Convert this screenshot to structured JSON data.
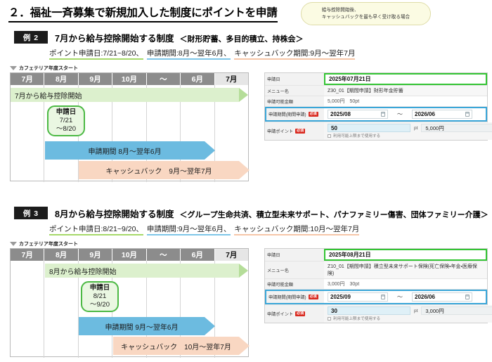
{
  "page": {
    "title": "２．福祉一斉募集で新規加入した制度にポイントを申請",
    "callout": "給与控除開始後、\nキャッシュバックを最も早く受け取る場合"
  },
  "timeline_months": [
    "7月",
    "8月",
    "9月",
    "10月",
    "～",
    "6月",
    "7月"
  ],
  "cafeteria_marker": "カフェテリア年度スタート",
  "examples": [
    {
      "badge": "例 2",
      "heading": "7月から給与控除開始する制度",
      "scope": "＜財形貯蓄、多目的積立、持株会＞",
      "sub": {
        "apply_date": "ポイント申請日:7/21~8/20、",
        "apply_period": "申請期間:8月～翌年6月、",
        "cashback_period": "キャッシュバック期間:9月～翌年7月"
      },
      "bars": {
        "deduction": "7月から給与控除開始",
        "apply_period": "申請期間 8月～翌年6月",
        "cashback": "キャッシュバック　9月～翌年7月"
      },
      "pill": {
        "line1": "申請日",
        "line2": "7/21",
        "line3": "～8/20"
      },
      "form": {
        "date_label": "申請日",
        "date_value": "2025年07月21日",
        "menu_label": "メニュー名",
        "menu_value": "Z30_01【期間申請】財形年金貯蓄",
        "amount_label": "申請可能金額",
        "amount_value": "5,000円　50pt",
        "period_label": "申請期間(期間申請)",
        "period_required": "必須",
        "period_from": "2025/08",
        "period_tilde": "～",
        "period_to": "2026/06",
        "points_label": "申請ポイント",
        "points_required": "必須",
        "points_value": "50",
        "points_unit": "pt",
        "points_yen": "5,000円",
        "checkbox_label": "利用可能上限まで使用する"
      }
    },
    {
      "badge": "例 3",
      "heading": "8月から給与控除開始する制度",
      "scope": "＜グループ生命共済、積立型未来サポート、パナファミリー傷害、団体ファミリー介護＞",
      "sub": {
        "apply_date": "ポイント申請日:8/21~9/20、",
        "apply_period": "申請期間:9月～翌年6月、",
        "cashback_period": "キャッシュバック期間:10月～翌年7月"
      },
      "bars": {
        "deduction": "8月から給与控除開始",
        "apply_period": "申請期間 9月～翌年6月",
        "cashback": "キャッシュバック　10月～翌年7月"
      },
      "pill": {
        "line1": "申請日",
        "line2": "8/21",
        "line3": "～9/20"
      },
      "form": {
        "date_label": "申請日",
        "date_value": "2025年08月21日",
        "menu_label": "メニュー名",
        "menu_value": "Z10_01【期間申請】積立型未来サポート保険(死亡保険・年金・医療保険)",
        "amount_label": "申請可能金額",
        "amount_value": "3,000円　30pt",
        "period_label": "申請期間(期間申請)",
        "period_required": "必須",
        "period_from": "2025/09",
        "period_tilde": "～",
        "period_to": "2026/06",
        "points_label": "申請ポイント",
        "points_required": "必須",
        "points_value": "30",
        "points_unit": "pt",
        "points_yen": "3,000円",
        "checkbox_label": "利用可能上限まで使用する"
      }
    }
  ],
  "colors": {
    "green": "#4cb944",
    "blue": "#6cbbe0",
    "orange": "#f9d7c2",
    "header_gray": "#8c8c8c",
    "required_red": "#d9281e"
  }
}
